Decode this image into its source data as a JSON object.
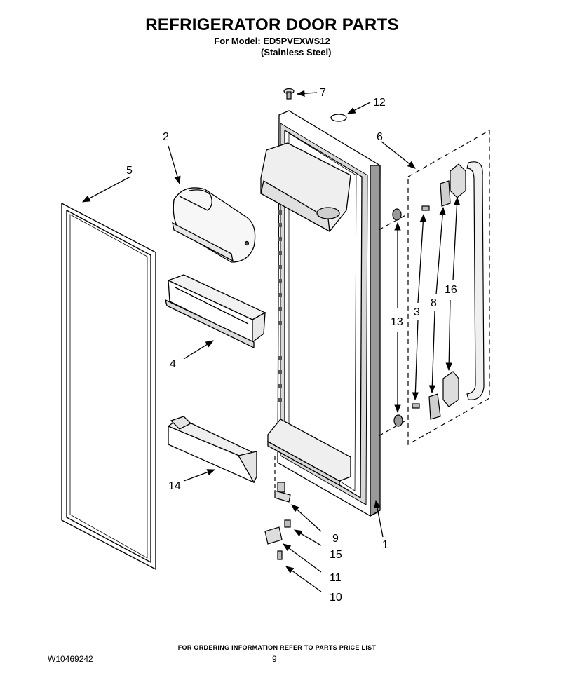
{
  "header": {
    "title": "REFRIGERATOR DOOR PARTS",
    "model_line": "For Model: ED5PVEXWS12",
    "finish_line": "(Stainless Steel)"
  },
  "callouts": {
    "c1": "1",
    "c2": "2",
    "c3": "3",
    "c4": "4",
    "c5": "5",
    "c6": "6",
    "c7": "7",
    "c8": "8",
    "c9": "9",
    "c10": "10",
    "c11": "11",
    "c12": "12",
    "c13": "13",
    "c14": "14",
    "c15": "15",
    "c16": "16"
  },
  "footer": {
    "note": "FOR ORDERING INFORMATION REFER TO PARTS PRICE LIST",
    "document_number": "W10469242",
    "page_number": "9"
  }
}
